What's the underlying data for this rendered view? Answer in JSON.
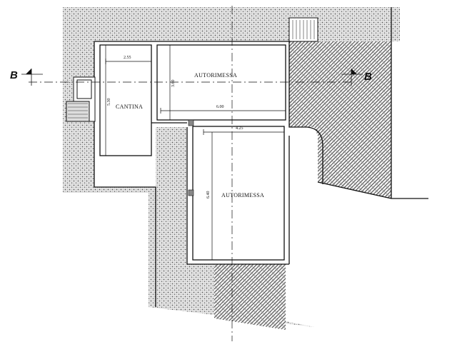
{
  "drawing": {
    "rooms": [
      {
        "id": "cantina",
        "label": "CANTINA"
      },
      {
        "id": "garage-top",
        "label": "AUTORIMESSA"
      },
      {
        "id": "garage-bottom",
        "label": "AUTORIMESSA"
      }
    ],
    "dimensions": {
      "cantina_width": "2.55",
      "cantina_height": "5.30",
      "garage_top_height": "3.60",
      "garage_top_width": "6.00",
      "garage_bottom_width": "4.25",
      "garage_bottom_height": "6.40"
    },
    "section_marks": {
      "left": "B",
      "right": "B"
    }
  }
}
